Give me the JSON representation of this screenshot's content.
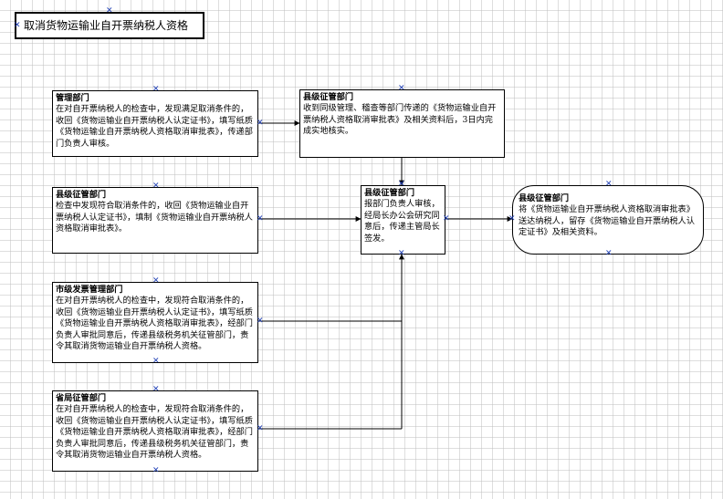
{
  "title": "取消货物运输业自开票纳税人资格",
  "nodes": {
    "mgmt": {
      "heading": "管理部门",
      "text": "在对自开票纳税人的检查中，发现满足取消条件的，收回《货物运输业自开票纳税人认定证书》，填写纸质《货物运输业自开票纳税人资格取消审批表》，传递部门负责人审核。"
    },
    "county_left": {
      "heading": "县级征管部门",
      "text": "检查中发现符合取消条件的，收回《货物运输业自开票纳税人认定证书》，填制《货物运输业自开票纳税人资格取消审批表》。"
    },
    "city": {
      "heading": "市级发票管理部门",
      "text": "在对自开票纳税人的检查中，发现符合取消条件的，收回《货物运输业自开票纳税人认定证书》，填写纸质《货物运输业自开票纳税人资格取消审批表》，经部门负责人审批同意后，传递县级税务机关征管部门，责令其取消货物运输业自开票纳税人资格。"
    },
    "province": {
      "heading": "省局征管部门",
      "text": "在对自开票纳税人的检查中，发现符合取消条件的，收回《货物运输业自开票纳税人认定证书》，填写纸质《货物运输业自开票纳税人资格取消审批表》，经部门负责人审批同意后，传递县级税务机关征管部门，责令其取消货物运输业自开票纳税人资格。"
    },
    "county_top": {
      "heading": "县级征管部门",
      "text": "收到同级管理、稽查等部门传递的《货物运输业自开票纳税人资格取消审批表》及相关资料后，3日内完成实地核实。"
    },
    "county_mid": {
      "heading": "县级征管部门",
      "text": "报部门负责人审核，经局长办公会研究同意后，传递主管局长签发。"
    },
    "county_end": {
      "heading": "县级征管部门",
      "text": "将《货物运输业自开票纳税人资格取消审批表》送达纳税人，留存《货物运输业自开票纳税人认定证书》及相关资料。"
    }
  }
}
